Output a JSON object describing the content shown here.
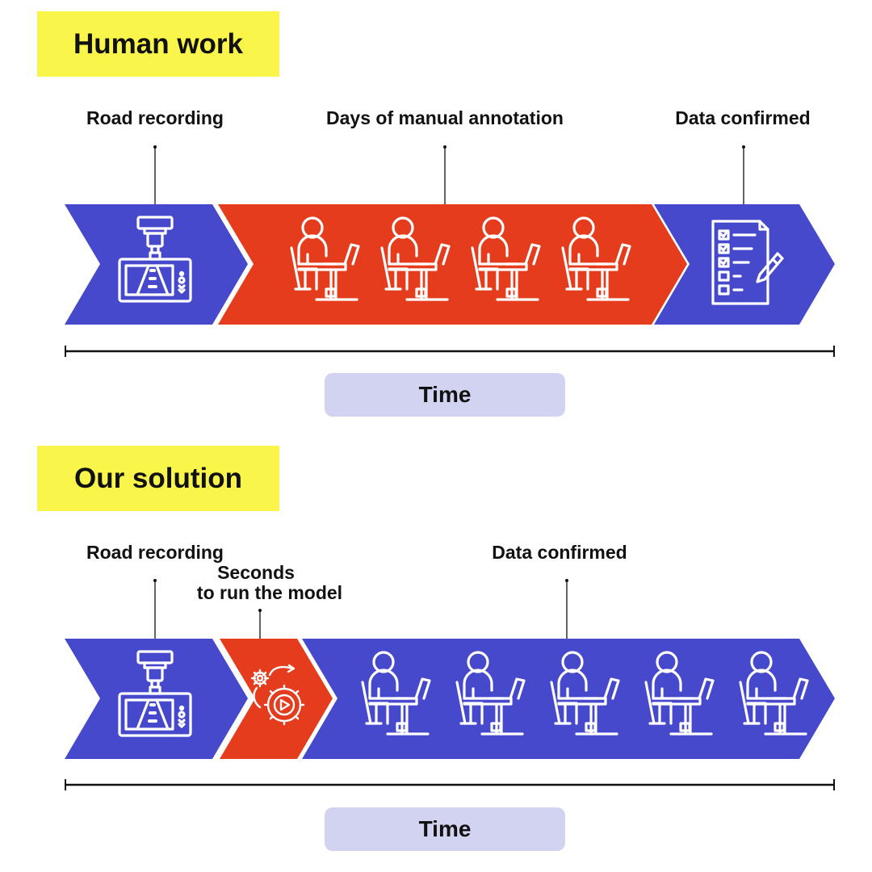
{
  "colors": {
    "section_tag_bg": "#F9F54A",
    "stage_blue": "#4649CC",
    "stage_red": "#E43C1C",
    "icon_stroke": "#FFFFFF",
    "time_pill_bg": "#D2D2F1",
    "axis_line": "#111111"
  },
  "human": {
    "title": "Human work",
    "labels": {
      "recording": "Road recording",
      "annotation": "Days of manual annotation",
      "confirmed": "Data confirmed"
    },
    "time_label": "Time",
    "stage_icons": [
      "dashcam-icon",
      "annotator-desk-icon",
      "annotator-desk-icon",
      "annotator-desk-icon",
      "annotator-desk-icon",
      "checklist-icon"
    ]
  },
  "solution": {
    "title": "Our solution",
    "labels": {
      "recording": "Road recording",
      "model_line1": "Seconds",
      "model_line2": "to run the model",
      "confirmed": "Data confirmed"
    },
    "time_label": "Time",
    "stage_icons": [
      "dashcam-icon",
      "model-gear-icon",
      "annotator-desk-icon",
      "annotator-desk-icon",
      "annotator-desk-icon",
      "annotator-desk-icon",
      "annotator-desk-icon"
    ]
  }
}
